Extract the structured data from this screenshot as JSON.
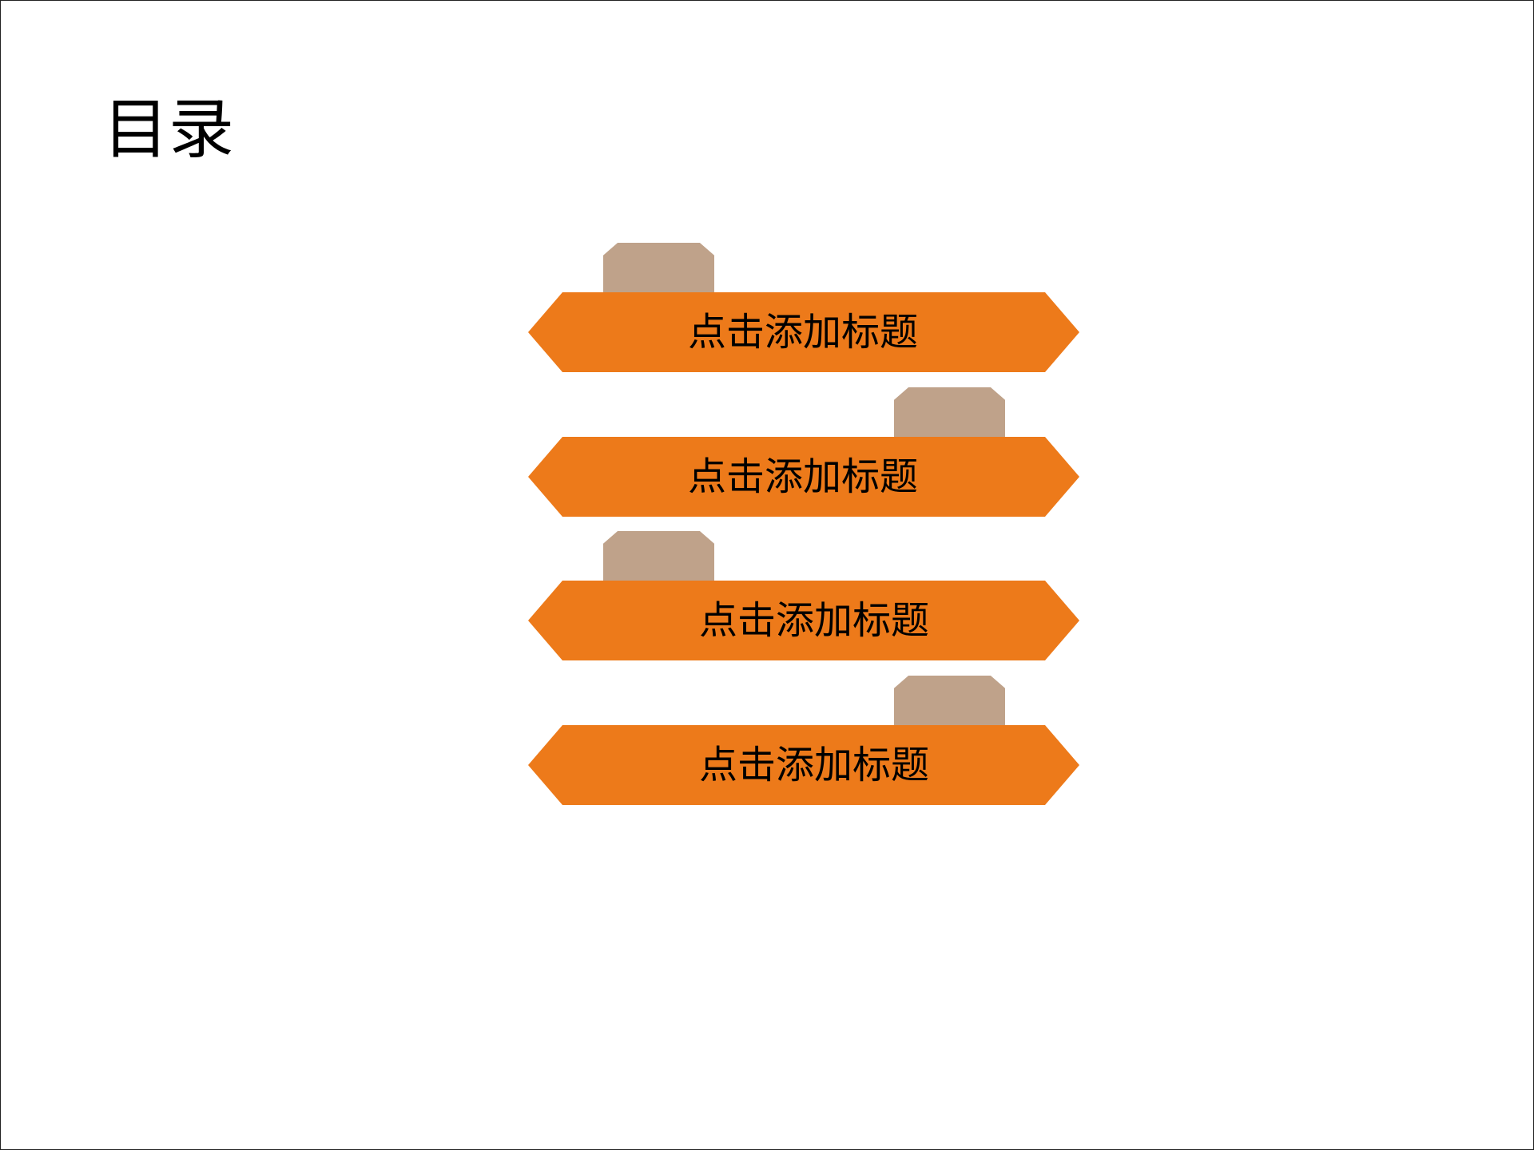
{
  "slide": {
    "title": "目录",
    "colors": {
      "banner": "#ED7A1A",
      "tab": "#BFA28A",
      "text": "#000000",
      "background": "#FFFFFF"
    },
    "toc_items": [
      {
        "label": "点击添加标题",
        "tab_side": "left"
      },
      {
        "label": "点击添加标题",
        "tab_side": "right"
      },
      {
        "label": "点击添加标题",
        "tab_side": "left"
      },
      {
        "label": "点击添加标题",
        "tab_side": "right"
      }
    ]
  }
}
